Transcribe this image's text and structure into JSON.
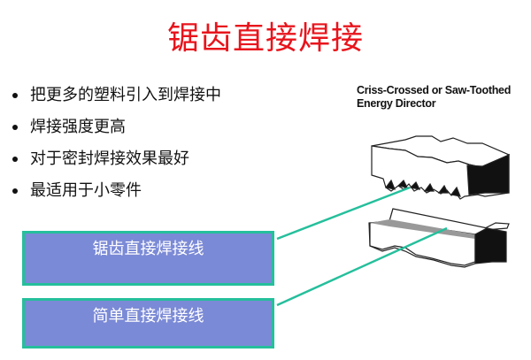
{
  "title": "锯齿直接焊接",
  "bullets": [
    "把更多的塑料引入到焊接中",
    "焊接强度更高",
    "对于密封焊接效果最好",
    "最适用于小零件"
  ],
  "figure": {
    "caption_line1": "Criss-Crossed or Saw-Toothed",
    "caption_line2": "Energy Director"
  },
  "labels": [
    {
      "text": "锯齿直接焊接线"
    },
    {
      "text": "简单直接焊接线"
    }
  ],
  "colors": {
    "title": "#e8141c",
    "box_fill": "#7b8ad6",
    "box_border": "#25bf9c",
    "leader_line": "#25bf9c"
  }
}
